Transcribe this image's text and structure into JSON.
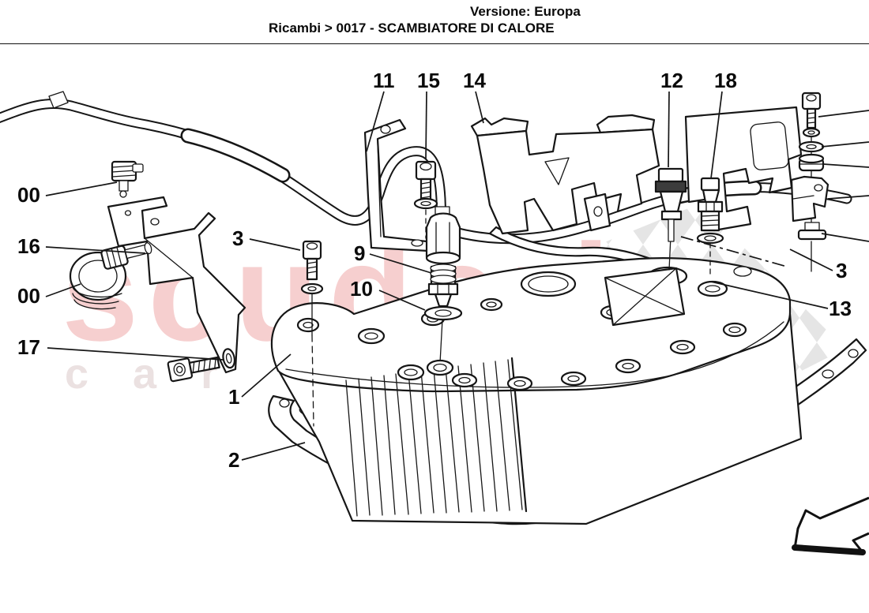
{
  "header": {
    "version_line": "Versione: Europa",
    "breadcrumb": "Ricambi > 0017 - SCAMBIATORE DI CALORE"
  },
  "watermark": {
    "brand": "scuderia",
    "subtitle_left": "car",
    "subtitle_right": "parts",
    "brand_color": "#f6cfcf",
    "subtitle_color": "#ebe1e1",
    "checker_color": "#e5e5e5"
  },
  "diagram": {
    "title": "heat exchanger exploded view",
    "ink_color": "#161616",
    "callouts": [
      {
        "label": "00"
      },
      {
        "label": "16"
      },
      {
        "label": "00"
      },
      {
        "label": "17"
      },
      {
        "label": "3"
      },
      {
        "label": "9"
      },
      {
        "label": "10"
      },
      {
        "label": "1"
      },
      {
        "label": "2"
      },
      {
        "label": "11"
      },
      {
        "label": "15"
      },
      {
        "label": "14"
      },
      {
        "label": "12"
      },
      {
        "label": "18"
      },
      {
        "label": "3"
      },
      {
        "label": "13"
      }
    ]
  }
}
